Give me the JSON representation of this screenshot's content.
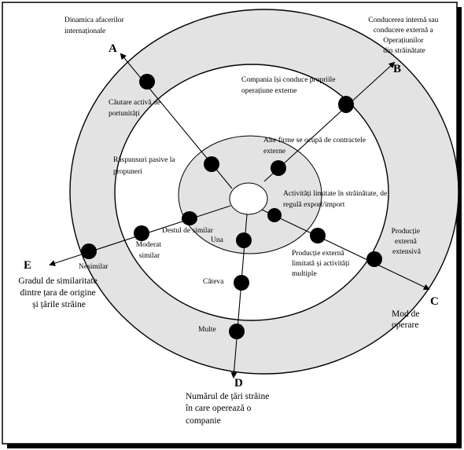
{
  "axes": {
    "A": {
      "letter": "A",
      "title": [
        "Dinamica afacerilor",
        "internaționale"
      ]
    },
    "B": {
      "letter": "B",
      "title": [
        "Conducerea internă sau",
        "conducere externă a",
        "Operațiunilor",
        "din străinătate"
      ]
    },
    "C": {
      "letter": "C",
      "title": [
        "Mod de",
        "operare"
      ]
    },
    "D": {
      "letter": "D",
      "title": [
        "Numărul de țări străine",
        "în care operează o",
        "companie"
      ]
    },
    "E": {
      "letter": "E",
      "title": [
        "Gradul de similaritate",
        "dintre țara de origine",
        "și țările străine"
      ]
    }
  },
  "labels": {
    "a_outer": [
      "Căutare activă de",
      "portunități"
    ],
    "a_inner": [
      "Răspunsuri pasive la",
      "propuneri"
    ],
    "b_outer": [
      "Compania își conduce propriile",
      "operațiune externe"
    ],
    "b_inner": [
      "Alte firme se ocupă de contractele",
      "externe"
    ],
    "c_inner": [
      "Activități limitate în străinătate, de",
      "regulă export/import"
    ],
    "c_middle": [
      "Producție externă",
      "limitată și activități",
      "multiple"
    ],
    "c_outer": [
      "Producție",
      "externă",
      "extensivă"
    ],
    "d_inner": "Una",
    "d_middle": "Câteva",
    "d_outer": "Multe",
    "e_inner": "Destul de similar",
    "e_middle": [
      "Moderat",
      "similar"
    ],
    "e_outer": "Nesimilar"
  },
  "colors": {
    "outer_ring": "#e3e3e3",
    "middle_ring": "#ffffff",
    "inner_ring": "#e3e3e3",
    "core": "#ffffff",
    "ink": "#000000",
    "shadow": "#000000"
  }
}
